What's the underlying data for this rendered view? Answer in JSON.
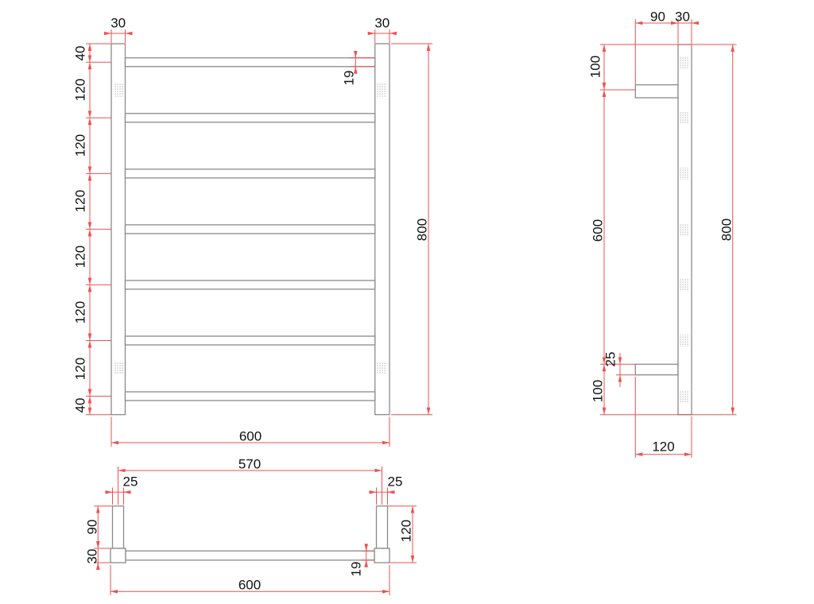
{
  "drawing": {
    "type": "technical-drawing",
    "subject": "ladder heated towel rail - three orthographic views",
    "colors": {
      "dimension": "#f05050",
      "structure": "#8a8a8a",
      "text": "#111111",
      "background": "#ffffff"
    },
    "front_view": {
      "post_width_left": "30",
      "post_width_right": "30",
      "vertical_chain": [
        "40",
        "120",
        "120",
        "120",
        "120",
        "120",
        "120",
        "40"
      ],
      "bar_thickness": "19",
      "overall_height": "800",
      "overall_width": "600"
    },
    "side_view": {
      "bracket_length": "90",
      "post_depth": "30",
      "top_bracket_offset": "100",
      "bracket_spacing": "600",
      "bottom_bracket_offset": "100",
      "bracket_thickness": "25",
      "overall_height": "800",
      "overall_depth": "120"
    },
    "bottom_view": {
      "bracket_centres": "570",
      "bracket_width_left": "25",
      "bracket_width_right": "25",
      "bracket_length": "90",
      "post_depth": "30",
      "overall_depth": "120",
      "bar_thickness": "19",
      "overall_width": "600"
    }
  }
}
